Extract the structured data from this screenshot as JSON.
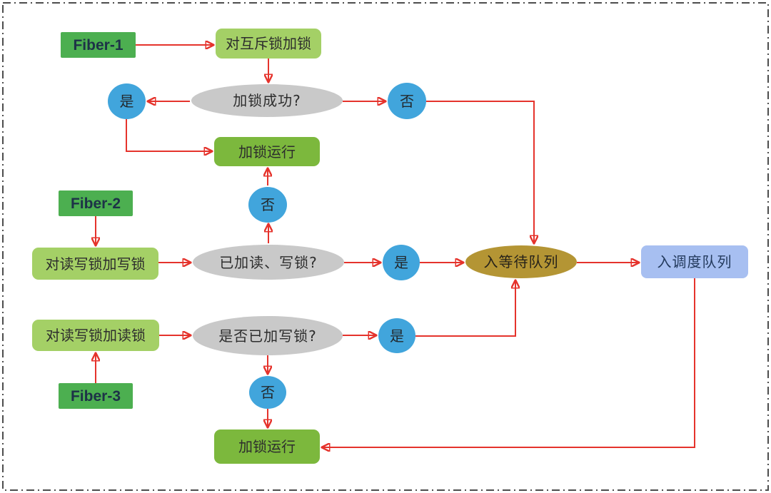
{
  "diagram": {
    "type": "flowchart",
    "subject": "fiber-lock-scheduling",
    "nodes": {
      "fiber1": {
        "label": "Fiber-1",
        "shape": "rect",
        "color": "#4caf50"
      },
      "mutex_lock": {
        "label": "对互斥锁加锁",
        "shape": "rounded",
        "color": "#a4d066"
      },
      "lock_success": {
        "label": "加锁成功?",
        "shape": "ellipse",
        "color": "#c9c9c9"
      },
      "yes1": {
        "label": "是",
        "shape": "circle",
        "color": "#41a5dc"
      },
      "no1": {
        "label": "否",
        "shape": "circle",
        "color": "#41a5dc"
      },
      "run1": {
        "label": "加锁运行",
        "shape": "rounded",
        "color": "#7cb83d"
      },
      "fiber2": {
        "label": "Fiber-2",
        "shape": "rect",
        "color": "#4caf50"
      },
      "no2": {
        "label": "否",
        "shape": "circle",
        "color": "#41a5dc"
      },
      "write_lock": {
        "label": "对读写锁加写锁",
        "shape": "rounded",
        "color": "#a4d066"
      },
      "rw_check": {
        "label": "已加读、写锁?",
        "shape": "ellipse",
        "color": "#c9c9c9"
      },
      "yes2": {
        "label": "是",
        "shape": "circle",
        "color": "#41a5dc"
      },
      "wait_queue": {
        "label": "入等待队列",
        "shape": "ellipse",
        "color": "#b49534"
      },
      "sched_queue": {
        "label": "入调度队列",
        "shape": "rounded",
        "color": "#a7bff1"
      },
      "read_lock": {
        "label": "对读写锁加读锁",
        "shape": "rounded",
        "color": "#a4d066"
      },
      "write_check": {
        "label": "是否已加写锁?",
        "shape": "ellipse",
        "color": "#c9c9c9"
      },
      "yes3": {
        "label": "是",
        "shape": "circle",
        "color": "#41a5dc"
      },
      "fiber3": {
        "label": "Fiber-3",
        "shape": "rect",
        "color": "#4caf50"
      },
      "no3": {
        "label": "否",
        "shape": "circle",
        "color": "#41a5dc"
      },
      "run2": {
        "label": "加锁运行",
        "shape": "rounded",
        "color": "#7cb83d"
      }
    },
    "colors": {
      "arrow_red": "#e5332c",
      "border_gray": "#4d4d4d",
      "fiber_green": "#4caf50",
      "light_green": "#a4d066",
      "mid_green": "#7cb83d",
      "gray": "#c9c9c9",
      "blue": "#41a5dc",
      "gold": "#b49534",
      "light_blue": "#a7bff1"
    }
  }
}
